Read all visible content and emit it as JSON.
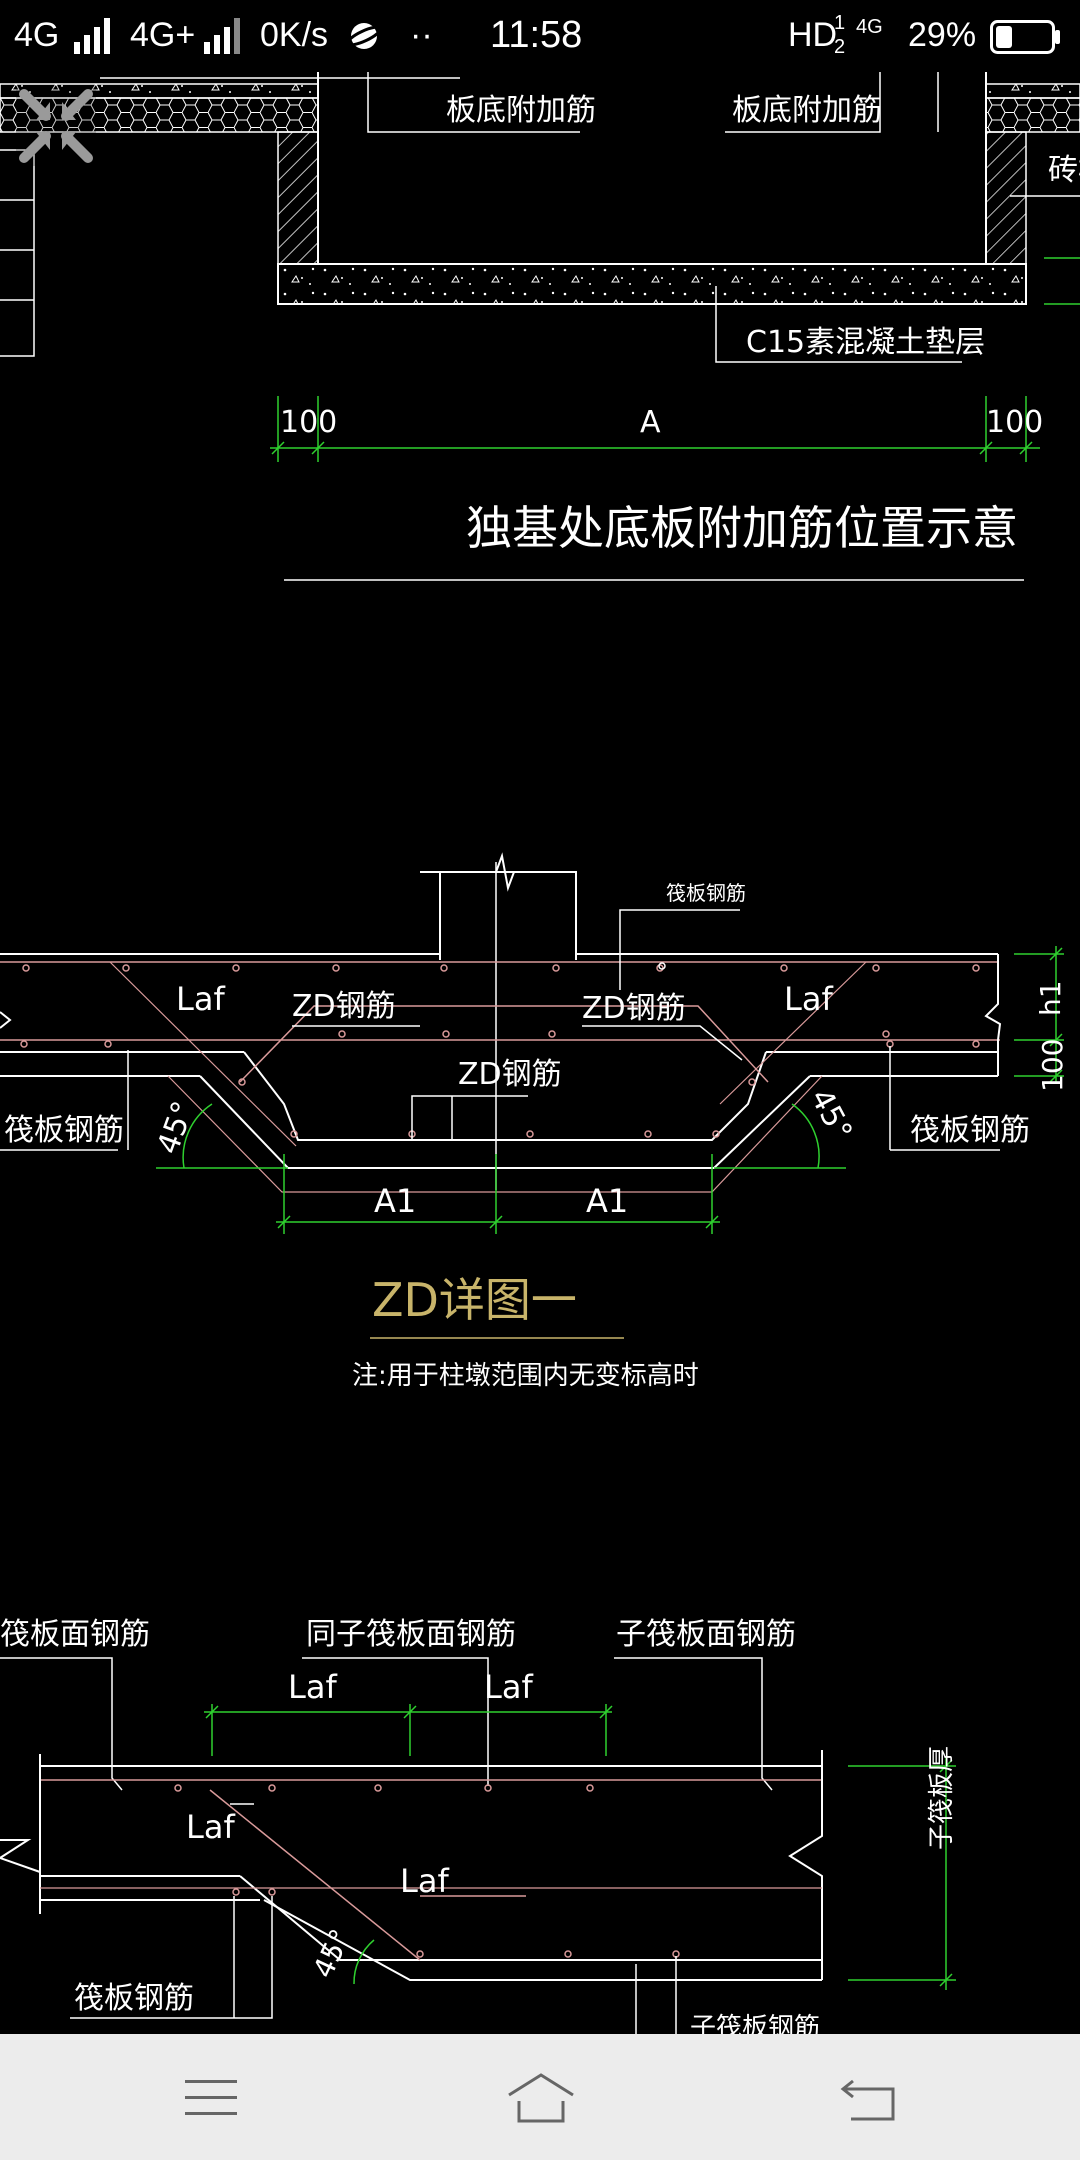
{
  "status_bar": {
    "network1": "4G",
    "network2": "4G+",
    "speed": "0K/s",
    "more": "··",
    "time": "11:58",
    "hd": "HD",
    "hd_sup": "1",
    "hd_sub": "2",
    "network3": "4G",
    "battery": "29%",
    "battery_level": 0.29
  },
  "drawing": {
    "top_detail": {
      "label_left_rebar": "板底附加筋",
      "label_right_rebar": "板底附加筋",
      "label_brick": "砖模",
      "label_cushion": "C15素混凝土垫层",
      "dim_left": "100",
      "dim_center": "A",
      "dim_right": "100",
      "title": "独基处底板附加筋位置示意"
    },
    "zd_detail": {
      "label_raft_rebar_top": "筏板钢筋",
      "label_laf_left": "Laf",
      "label_laf_right": "Laf",
      "label_zd_left": "ZD钢筋",
      "label_zd_right": "ZD钢筋",
      "label_zd_center": "ZD钢筋",
      "label_raft_left": "筏板钢筋",
      "label_raft_right": "筏板钢筋",
      "angle_left": "45°",
      "angle_right": "45°",
      "dim_h1": "h1",
      "dim_100": "100",
      "dim_a1_left": "A1",
      "dim_a1_right": "A1",
      "title": "ZD详图一",
      "note": "注:用于柱墩范围内无变标高时"
    },
    "bottom_detail": {
      "label_face_left": "筏板面钢筋",
      "label_same_sub": "同子筏板面钢筋",
      "label_sub_face": "子筏板面钢筋",
      "label_laf_1": "Laf",
      "label_laf_2": "Laf",
      "label_laf_3": "Laf",
      "label_laf_4": "Laf",
      "label_sub_thickness": "子筏板厚",
      "angle": "45°",
      "label_raft_bottom": "筏板钢筋",
      "label_sub_bottom": "子筏板钢筋"
    }
  },
  "nav_bar": {
    "menu_icon": "menu-icon",
    "home_icon": "home-icon",
    "back_icon": "back-icon"
  },
  "colors": {
    "background": "#000000",
    "line_white": "#ffffff",
    "dim_green": "#2fd02f",
    "rebar_pink": "#d99a9a",
    "title_yellow": "#c8b46a",
    "navbar": "#ececec"
  }
}
